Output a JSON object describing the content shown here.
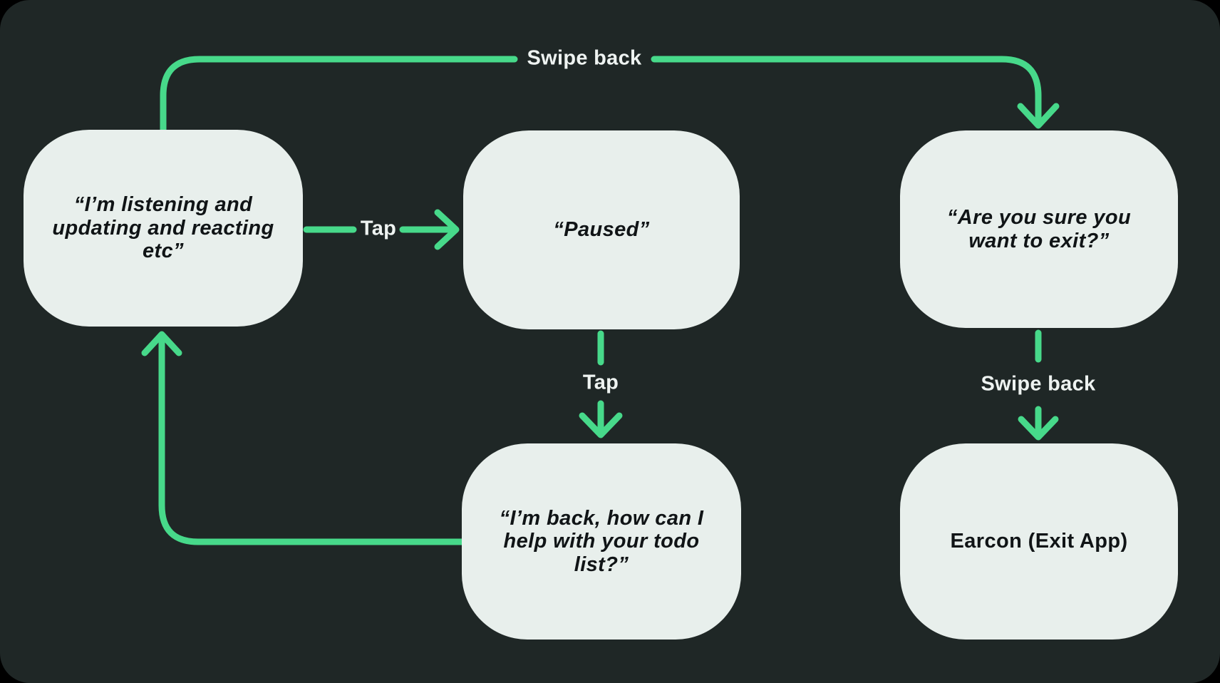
{
  "colors": {
    "page_background": "#000000",
    "surface": "#1f2726",
    "node_fill": "#e8efec",
    "node_text": "#101416",
    "arrow": "#47d98a",
    "label_text": "#eef3f1"
  },
  "nodes": {
    "listening": {
      "text": "“I’m listening and\nupdating and reacting\netc”"
    },
    "paused": {
      "text": "“Paused”"
    },
    "exit_confirm": {
      "text": "“Are you sure you\nwant to exit?”"
    },
    "back": {
      "text": "“I’m back, how can I\nhelp with your todo\nlist?”"
    },
    "earcon": {
      "text": "Earcon (Exit App)"
    }
  },
  "labels": {
    "swipe_back_top": "Swipe back",
    "tap_horizontal": "Tap",
    "tap_vertical": "Tap",
    "swipe_back_right": "Swipe back"
  }
}
